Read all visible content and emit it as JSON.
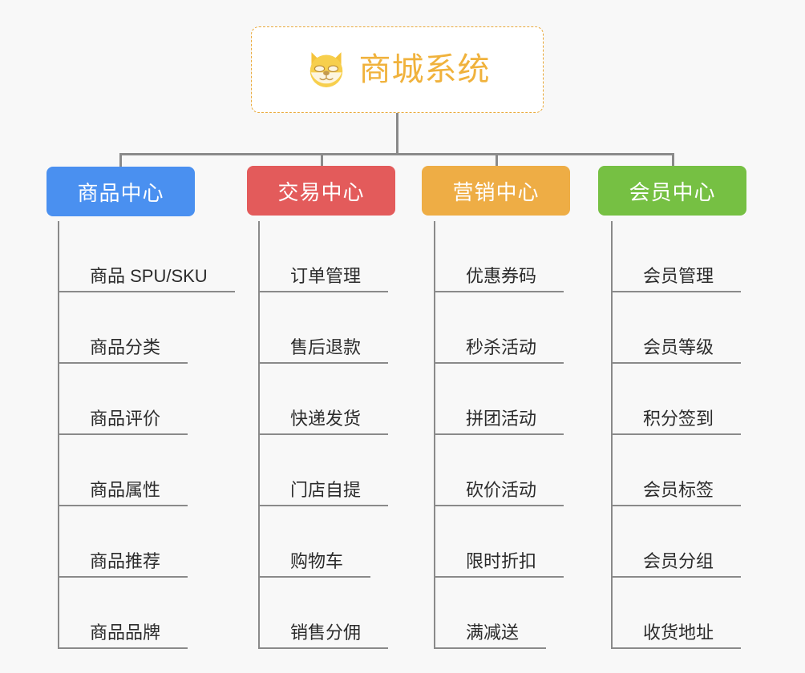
{
  "background_color": "#f8f8f8",
  "connector_color": "#8a8a8a",
  "root": {
    "icon": "dog-face-emoji",
    "title": "商城系统",
    "title_color": "#f0b23c",
    "border_color": "#e9a93a",
    "background_color": "#ffffff"
  },
  "branches": [
    {
      "label": "商品中心",
      "color": "#4a90f0",
      "items": [
        "商品 SPU/SKU",
        "商品分类",
        "商品评价",
        "商品属性",
        "商品推荐",
        "商品品牌"
      ]
    },
    {
      "label": "交易中心",
      "color": "#e35b5b",
      "items": [
        "订单管理",
        "售后退款",
        "快递发货",
        "门店自提",
        "购物车",
        "销售分佣"
      ]
    },
    {
      "label": "营销中心",
      "color": "#eead45",
      "items": [
        "优惠券码",
        "秒杀活动",
        "拼团活动",
        "砍价活动",
        "限时折扣",
        "满减送"
      ]
    },
    {
      "label": "会员中心",
      "color": "#76c043",
      "items": [
        "会员管理",
        "会员等级",
        "积分签到",
        "会员标签",
        "会员分组",
        "收货地址"
      ]
    }
  ]
}
